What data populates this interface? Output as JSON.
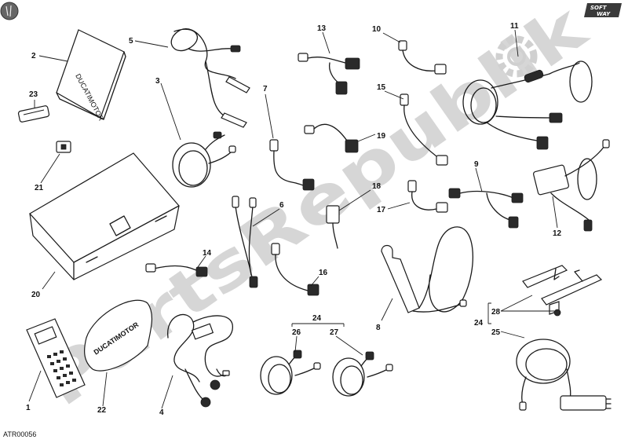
{
  "diagram": {
    "code": "ATR00056",
    "watermark": "PartsRepublik",
    "logo_text": {
      "line1": "SOFT",
      "line2": "WAY"
    },
    "manual_text": "DUCATIMOTOR",
    "case_text": "DUCATIMOTOR",
    "labels": [
      "1",
      "2",
      "3",
      "4",
      "5",
      "6",
      "7",
      "8",
      "9",
      "10",
      "11",
      "12",
      "13",
      "14",
      "15",
      "16",
      "17",
      "18",
      "19",
      "20",
      "21",
      "22",
      "23",
      "24",
      "25",
      "26",
      "27",
      "28"
    ]
  }
}
